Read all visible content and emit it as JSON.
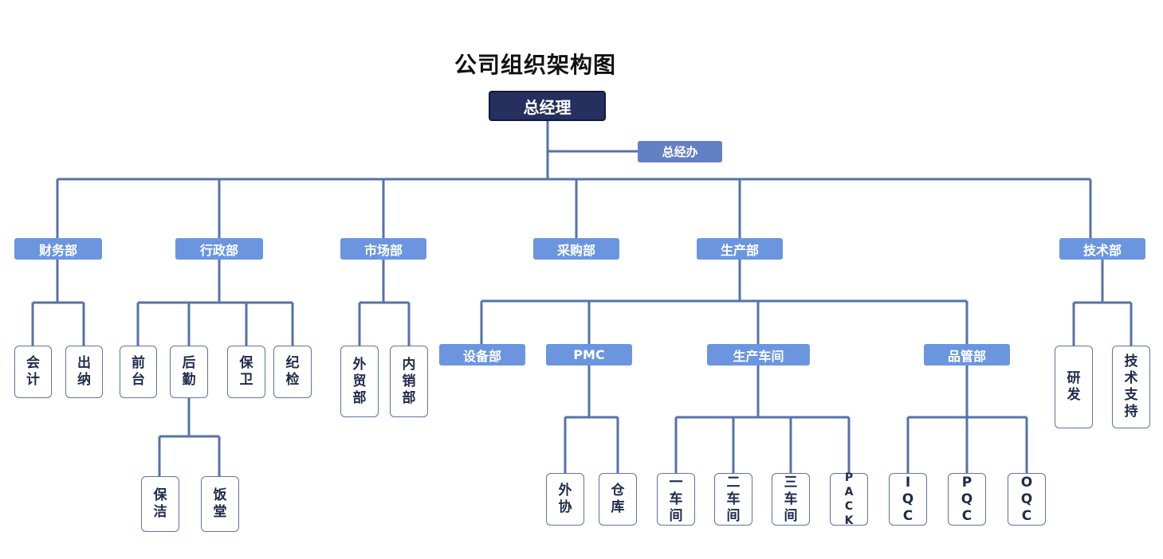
{
  "title": "公司组织架构图",
  "colors": {
    "connector": "#5673a8",
    "gm_fill": "#25305e",
    "dept_fill": "#6b96df",
    "leaf_border": "#5b74a8"
  },
  "gm": "总经理",
  "office": "总经办",
  "depts": {
    "finance": "财务部",
    "admin": "行政部",
    "market": "市场部",
    "purchase": "采购部",
    "production": "生产部",
    "tech": "技术部"
  },
  "subdepts": {
    "equipment": "设备部",
    "pmc": "PMC",
    "workshop": "生产车间",
    "quality": "品管部"
  },
  "leaves": {
    "accounting": "会\n计",
    "cashier": "出\n纳",
    "reception": "前\n台",
    "logistics": "后\n勤",
    "security": "保\n卫",
    "discipline": "纪\n检",
    "cleaning": "保\n洁",
    "canteen": "饭\n堂",
    "foreign_trade": "外\n贸\n部",
    "domestic_sales": "内\n销\n部",
    "outsourcing": "外\n协",
    "warehouse": "仓\n库",
    "workshop1": "一\n车\n间",
    "workshop2": "二\n车\n间",
    "workshop3": "三\n车\n间",
    "pack": "P\nA\nC\nK",
    "iqc": "I\nQ\nC",
    "pqc": "P\nQ\nC",
    "oqc": "O\nQ\nC",
    "rnd": "研\n发",
    "tech_support": "技\n术\n支\n持"
  }
}
